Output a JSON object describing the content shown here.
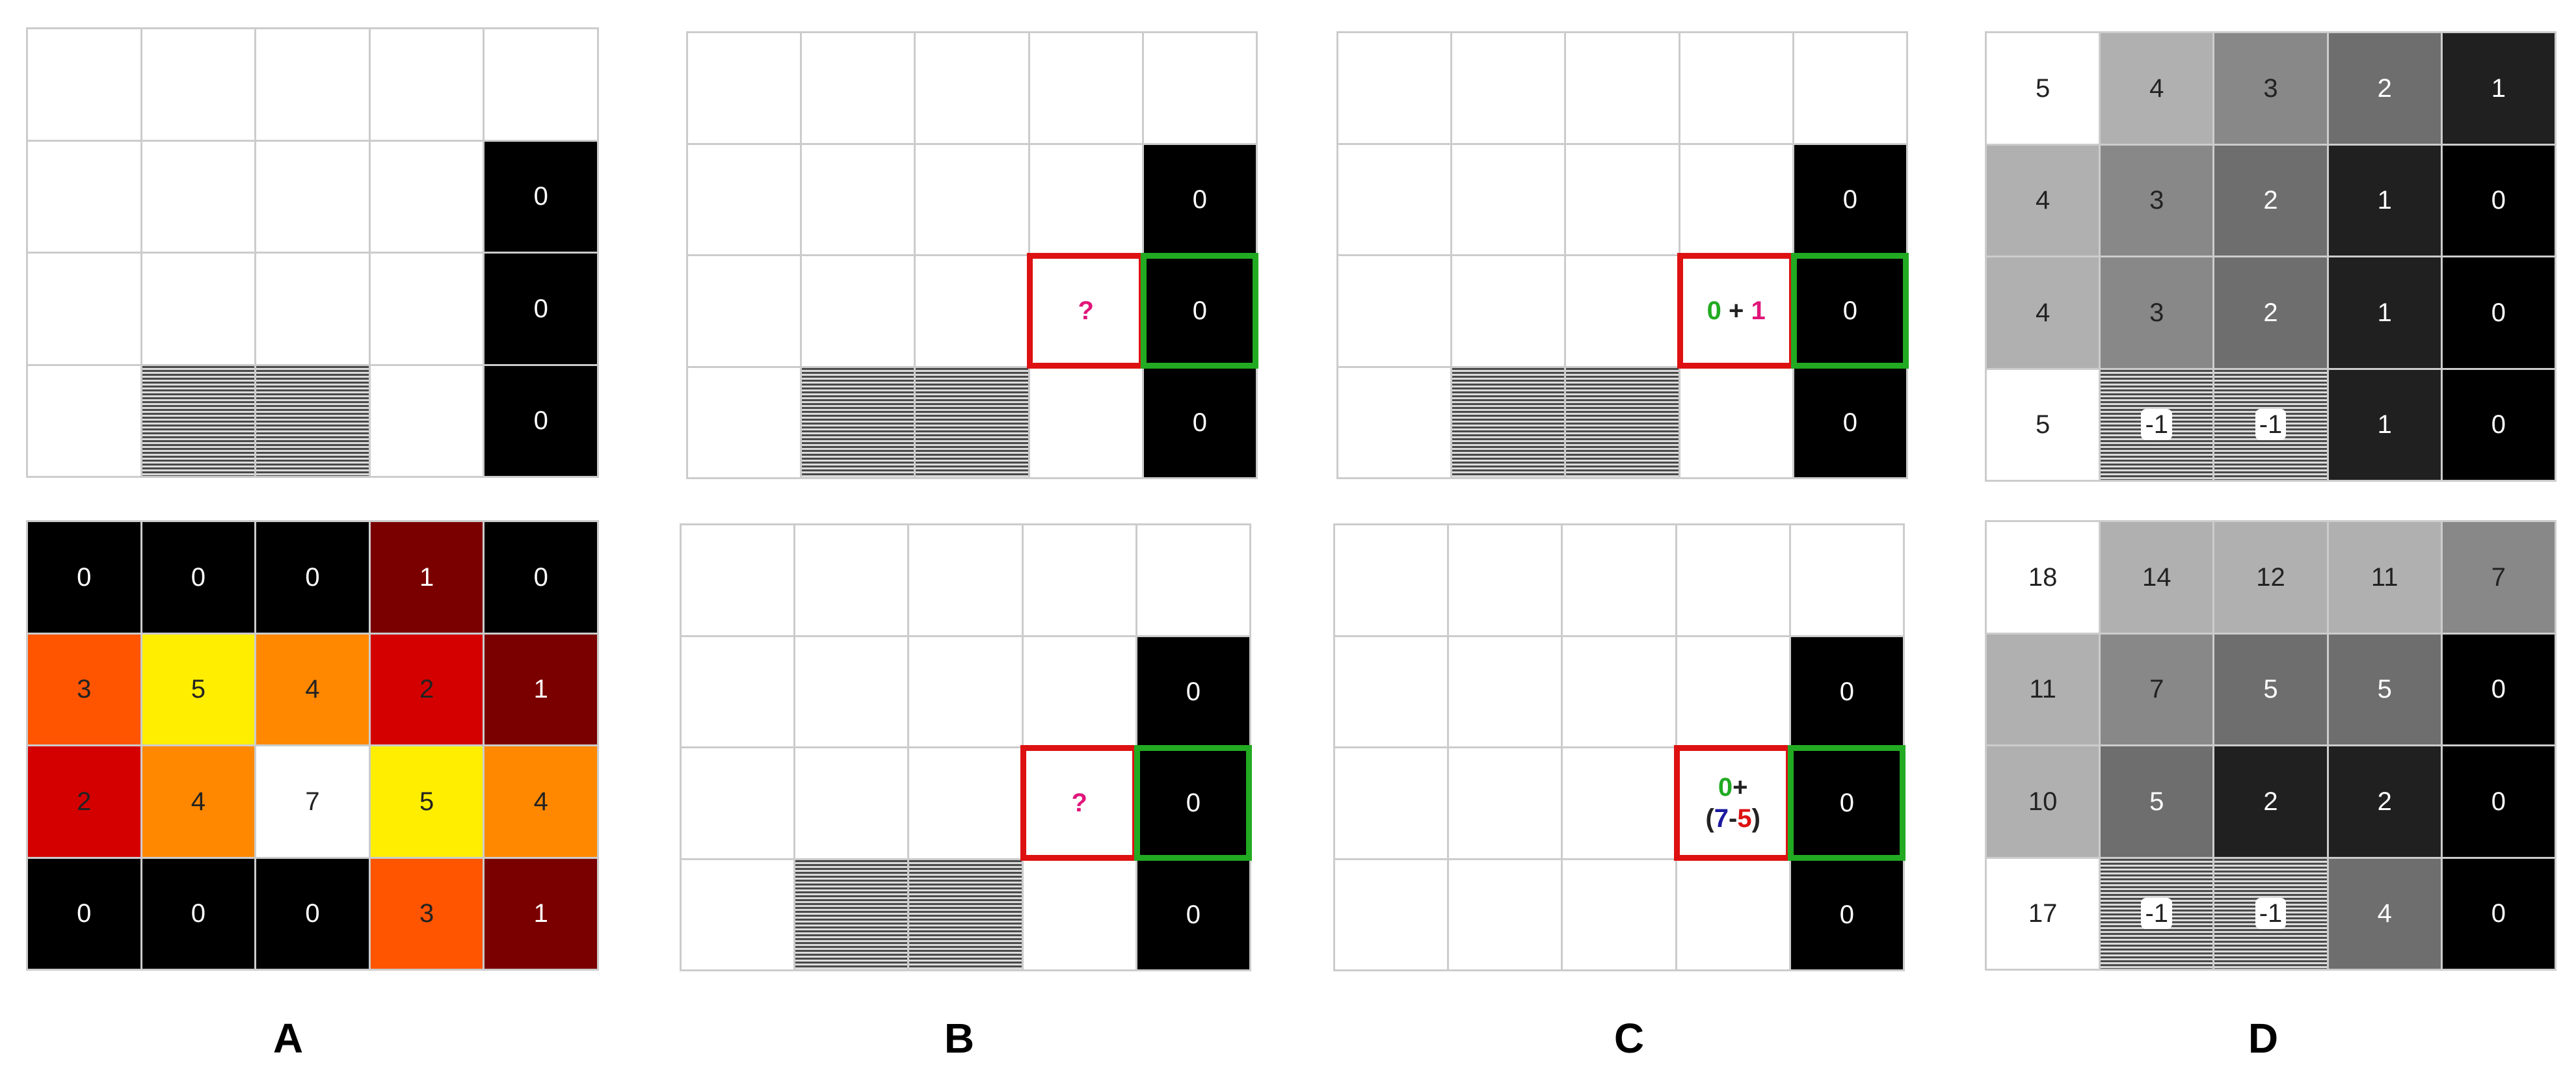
{
  "colors": {
    "gridline": "#cccccc",
    "goal": "#000000",
    "red_highlight": "#dd1111",
    "green_highlight": "#22aa22",
    "magenta": "#e0157a",
    "green_text": "#22aa22",
    "blue_text": "#1a1aa0",
    "red_text": "#dd1111",
    "heat": {
      "0": "#000000",
      "1": "#7a0000",
      "2": "#d40000",
      "3": "#ff5500",
      "4": "#ff8800",
      "5": "#ffee00",
      "7": "#ffffff"
    },
    "gray_top": {
      "0": "#000000",
      "1": "#202020",
      "2": "#6e6e6e",
      "3": "#888888",
      "4": "#b0b0b0",
      "5": "#ffffff"
    },
    "gray_bottom": {
      "0": "#000000",
      "2": "#202020",
      "4": "#6e6e6e",
      "5": "#6e6e6e",
      "7": "#888888",
      "10": "#b0b0b0",
      "11": "#b0b0b0",
      "12": "#b0b0b0",
      "14": "#b0b0b0",
      "17": "#ffffff",
      "18": "#ffffff"
    }
  },
  "labels": [
    "A",
    "B",
    "C",
    "D"
  ],
  "panels": [
    {
      "id": "A-top",
      "style": "plain",
      "cells": [
        [
          "",
          "",
          "",
          "",
          ""
        ],
        [
          "",
          "",
          "",
          "",
          "0"
        ],
        [
          "",
          "",
          "",
          "",
          "0"
        ],
        [
          "",
          "#",
          "#",
          "",
          "0"
        ]
      ]
    },
    {
      "id": "A-bottom",
      "style": "heat",
      "cells": [
        [
          "0",
          "0",
          "0",
          "1",
          "0"
        ],
        [
          "3",
          "5",
          "4",
          "2",
          "1"
        ],
        [
          "2",
          "4",
          "7",
          "5",
          "4"
        ],
        [
          "0",
          "0",
          "0",
          "3",
          "1"
        ]
      ]
    },
    {
      "id": "B-top",
      "style": "plain",
      "cells": [
        [
          "",
          "",
          "",
          "",
          ""
        ],
        [
          "",
          "",
          "",
          "",
          "0"
        ],
        [
          "",
          "",
          "",
          "?",
          "0"
        ],
        [
          "",
          "#",
          "#",
          "",
          "0"
        ]
      ],
      "highlight": {
        "red": [
          2,
          3
        ],
        "green": [
          2,
          4
        ]
      }
    },
    {
      "id": "B-bottom",
      "style": "plain",
      "cells": [
        [
          "",
          "",
          "",
          "",
          ""
        ],
        [
          "",
          "",
          "",
          "",
          "0"
        ],
        [
          "",
          "",
          "",
          "?",
          "0"
        ],
        [
          "",
          "#",
          "#",
          "",
          "0"
        ]
      ],
      "highlight": {
        "red": [
          2,
          3
        ],
        "green": [
          2,
          4
        ]
      }
    },
    {
      "id": "C-top",
      "style": "plain",
      "cells": [
        [
          "",
          "",
          "",
          "",
          ""
        ],
        [
          "",
          "",
          "",
          "",
          "0"
        ],
        [
          "",
          "",
          "",
          "0 + 1",
          "0"
        ],
        [
          "",
          "#",
          "#",
          "",
          "0"
        ]
      ],
      "highlight": {
        "red": [
          2,
          3
        ],
        "green": [
          2,
          4
        ]
      },
      "formula": {
        "row": 2,
        "col": 3,
        "parts": [
          {
            "t": "0",
            "c": "green_text"
          },
          {
            "t": " + ",
            "c": ""
          },
          {
            "t": "1",
            "c": "magenta"
          }
        ]
      }
    },
    {
      "id": "C-bottom",
      "style": "plain",
      "cells": [
        [
          "",
          "",
          "",
          "",
          ""
        ],
        [
          "",
          "",
          "",
          "",
          "0"
        ],
        [
          "",
          "",
          "",
          "0+ (7-5)",
          "0"
        ],
        [
          "",
          "",
          "",
          "",
          "0"
        ]
      ],
      "highlight": {
        "red": [
          2,
          3
        ],
        "green": [
          2,
          4
        ]
      },
      "formula": {
        "row": 2,
        "col": 3,
        "parts": [
          {
            "t": "0",
            "c": "green_text"
          },
          {
            "t": "+",
            "c": ""
          },
          {
            "t": "\n(",
            "c": ""
          },
          {
            "t": "7",
            "c": "blue_text"
          },
          {
            "t": "-",
            "c": ""
          },
          {
            "t": "5",
            "c": "red_text"
          },
          {
            "t": ")",
            "c": ""
          }
        ]
      }
    },
    {
      "id": "D-top",
      "style": "gray_top",
      "cells": [
        [
          "5",
          "4",
          "3",
          "2",
          "1"
        ],
        [
          "4",
          "3",
          "2",
          "1",
          "0"
        ],
        [
          "4",
          "3",
          "2",
          "1",
          "0"
        ],
        [
          "5",
          "#-1",
          "#-1",
          "1",
          "0"
        ]
      ]
    },
    {
      "id": "D-bottom",
      "style": "gray_bottom",
      "cells": [
        [
          "18",
          "14",
          "12",
          "11",
          "7"
        ],
        [
          "11",
          "7",
          "5",
          "5",
          "0"
        ],
        [
          "10",
          "5",
          "2",
          "2",
          "0"
        ],
        [
          "17",
          "#-1",
          "#-1",
          "4",
          "0"
        ]
      ]
    }
  ]
}
